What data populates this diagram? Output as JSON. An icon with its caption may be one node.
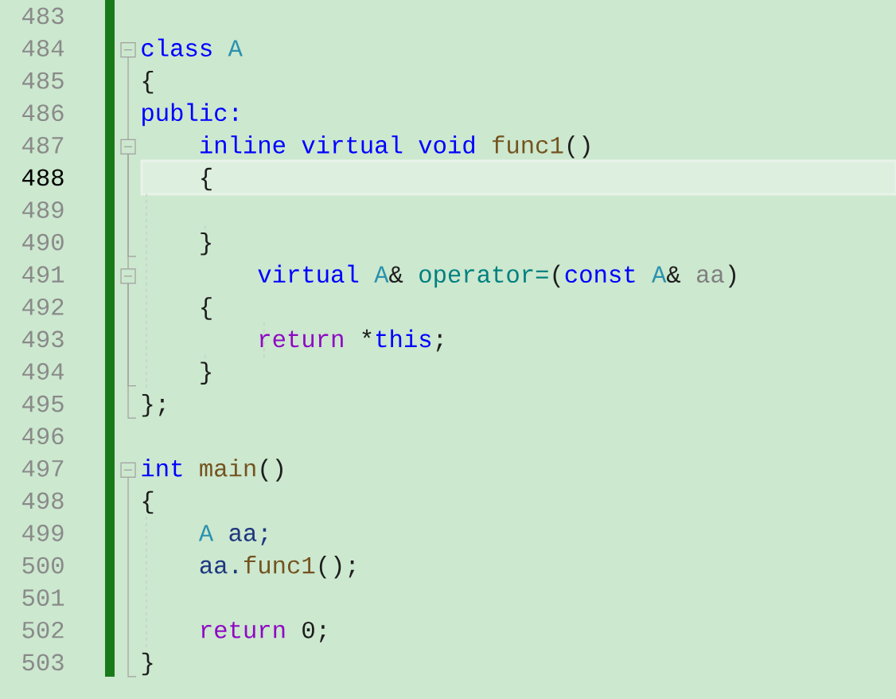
{
  "diagram": {
    "labels": [
      "483",
      "484",
      "class",
      "A",
      "485",
      "{",
      "486",
      "public:",
      "487",
      "inline",
      "virtual",
      "void",
      "func1",
      "()",
      "488",
      "{",
      "489",
      "490",
      "}",
      "491",
      "virtual",
      "A",
      "&",
      "operator=",
      "(",
      "const",
      "A",
      "&",
      "aa",
      ")",
      "492",
      "{",
      "493",
      "return",
      "*",
      "this",
      ";",
      "494",
      "}",
      "495",
      "};",
      "496",
      "497",
      "int",
      "main",
      "()",
      "498",
      "{",
      "499",
      "A",
      "aa;",
      "500",
      "aa.",
      "func1",
      "();",
      "501",
      "502",
      "return",
      "0;",
      "503",
      "}"
    ]
  }
}
